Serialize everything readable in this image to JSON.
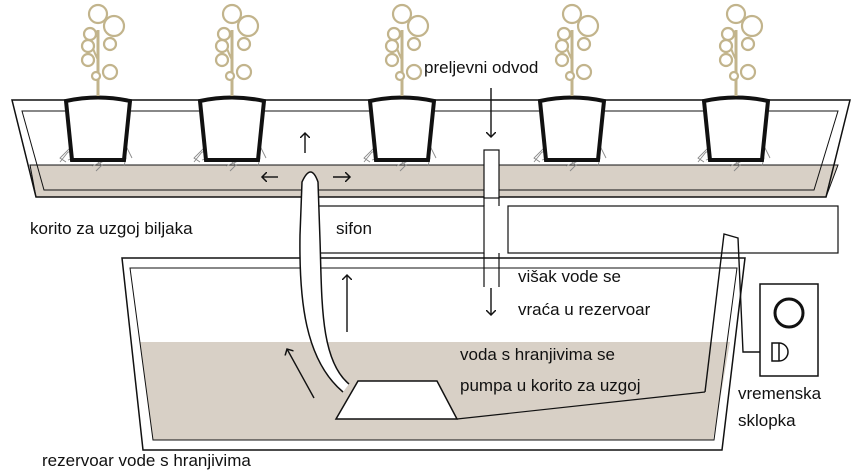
{
  "labels": {
    "overflow_drain": "preljevni odvod",
    "growing_tray": "korito za uzgoj biljaka",
    "siphon": "sifon",
    "excess_water_line1": "višak vode se",
    "excess_water_line2": "vraća u rezervoar",
    "nutrient_pump_line1": "voda s hranjivima se",
    "nutrient_pump_line2": "pumpa u korito za uzgoj",
    "timer_line1": "vremenska",
    "timer_line2": "sklopka",
    "reservoir": "rezervoar vode s hranjivima"
  },
  "colors": {
    "line": "#111111",
    "water": "#d8d0c6",
    "plant": "#c2b48c",
    "roots": "#888888",
    "background": "#ffffff"
  },
  "plant_count": 5
}
